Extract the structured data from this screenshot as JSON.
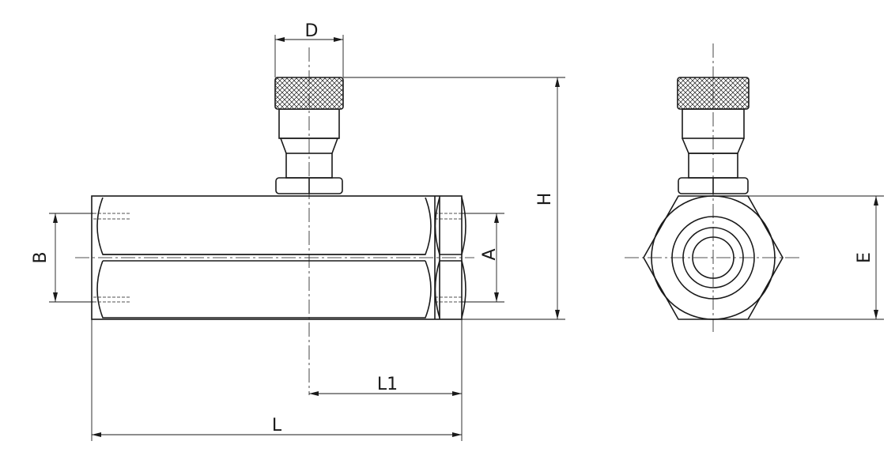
{
  "labels": {
    "D": "D",
    "H": "H",
    "B": "B",
    "A": "A",
    "L1": "L1",
    "L": "L",
    "E": "E"
  }
}
